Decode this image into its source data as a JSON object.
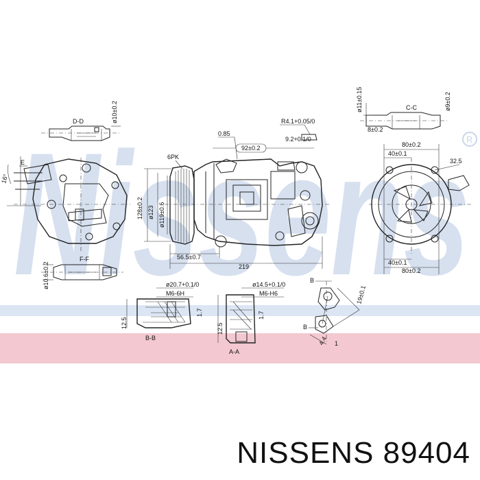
{
  "caption": "NISSENS 89404",
  "watermark": {
    "text": "Nissens",
    "color": "#c9d6ea"
  },
  "band_colors": {
    "blue": "#dbe5f3",
    "pink": "#f3c8d0"
  },
  "views": {
    "d_d": {
      "label": "D-D",
      "dim": "ø10±0.2"
    },
    "c_c": {
      "label": "C-C",
      "dim_top": "ø11±0.15",
      "dim_right": "ø9±0.2",
      "dim_small": "8±0.2"
    },
    "f_f": {
      "label": "F-F",
      "dim": "ø10.6±0.2"
    },
    "b_b": {
      "label": "B-B",
      "dim_dia": "ø20.7+0.1/0",
      "thread": "M6-6H",
      "dim_h": "12.5",
      "dim_v": "1.7"
    },
    "a_a": {
      "label": "A-A",
      "dim_dia": "ø14.5+0.1/0",
      "thread": "M6-H6",
      "dim_h": "12.5",
      "dim_v": "1.7"
    },
    "front_left": {
      "angle": "16°"
    },
    "side": {
      "pulley": "6PK",
      "dim_128": "128±0.2",
      "dim_123": "ø123",
      "dim_119": "ø119±0.6",
      "dim_565": "56.5±0.7",
      "dim_219": "219",
      "dim_085": "0.85",
      "dim_92": "92±0.2",
      "dim_r41": "R4.1+0.05/0",
      "dim_92b": "9.2+0.1/0"
    },
    "front_right": {
      "dim_80a": "80±0.2",
      "dim_40a": "40±0.1",
      "dim_325": "32.5",
      "dim_40b": "40±0.1",
      "dim_80b": "80±0.2"
    },
    "detail": {
      "b": "B",
      "dim_19": "19±0.1",
      "dim_44": "4.4",
      "dim_1": "1"
    }
  }
}
